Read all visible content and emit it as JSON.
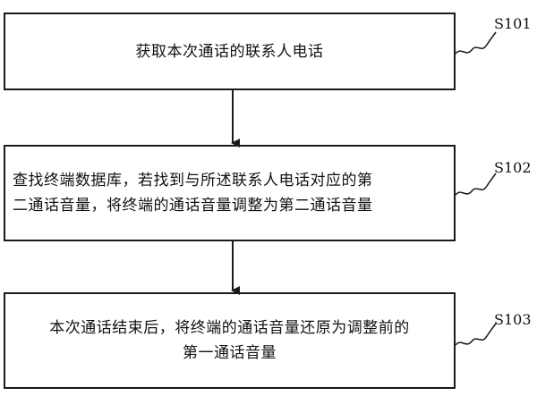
{
  "steps": [
    {
      "label": "S101",
      "text": "获取本次通话的联系人电话"
    },
    {
      "label": "S102",
      "text": "查找终端数据库，若找到与所述联系人电话对应的第\n二通话音量，将终端的通话音量调整为第二通话音量"
    },
    {
      "label": "S103",
      "text": "本次通话结束后，将终端的通话音量还原为调整前的\n第一通话音量"
    }
  ],
  "colors": {
    "line": "#1a1a1a",
    "background": "#ffffff"
  }
}
